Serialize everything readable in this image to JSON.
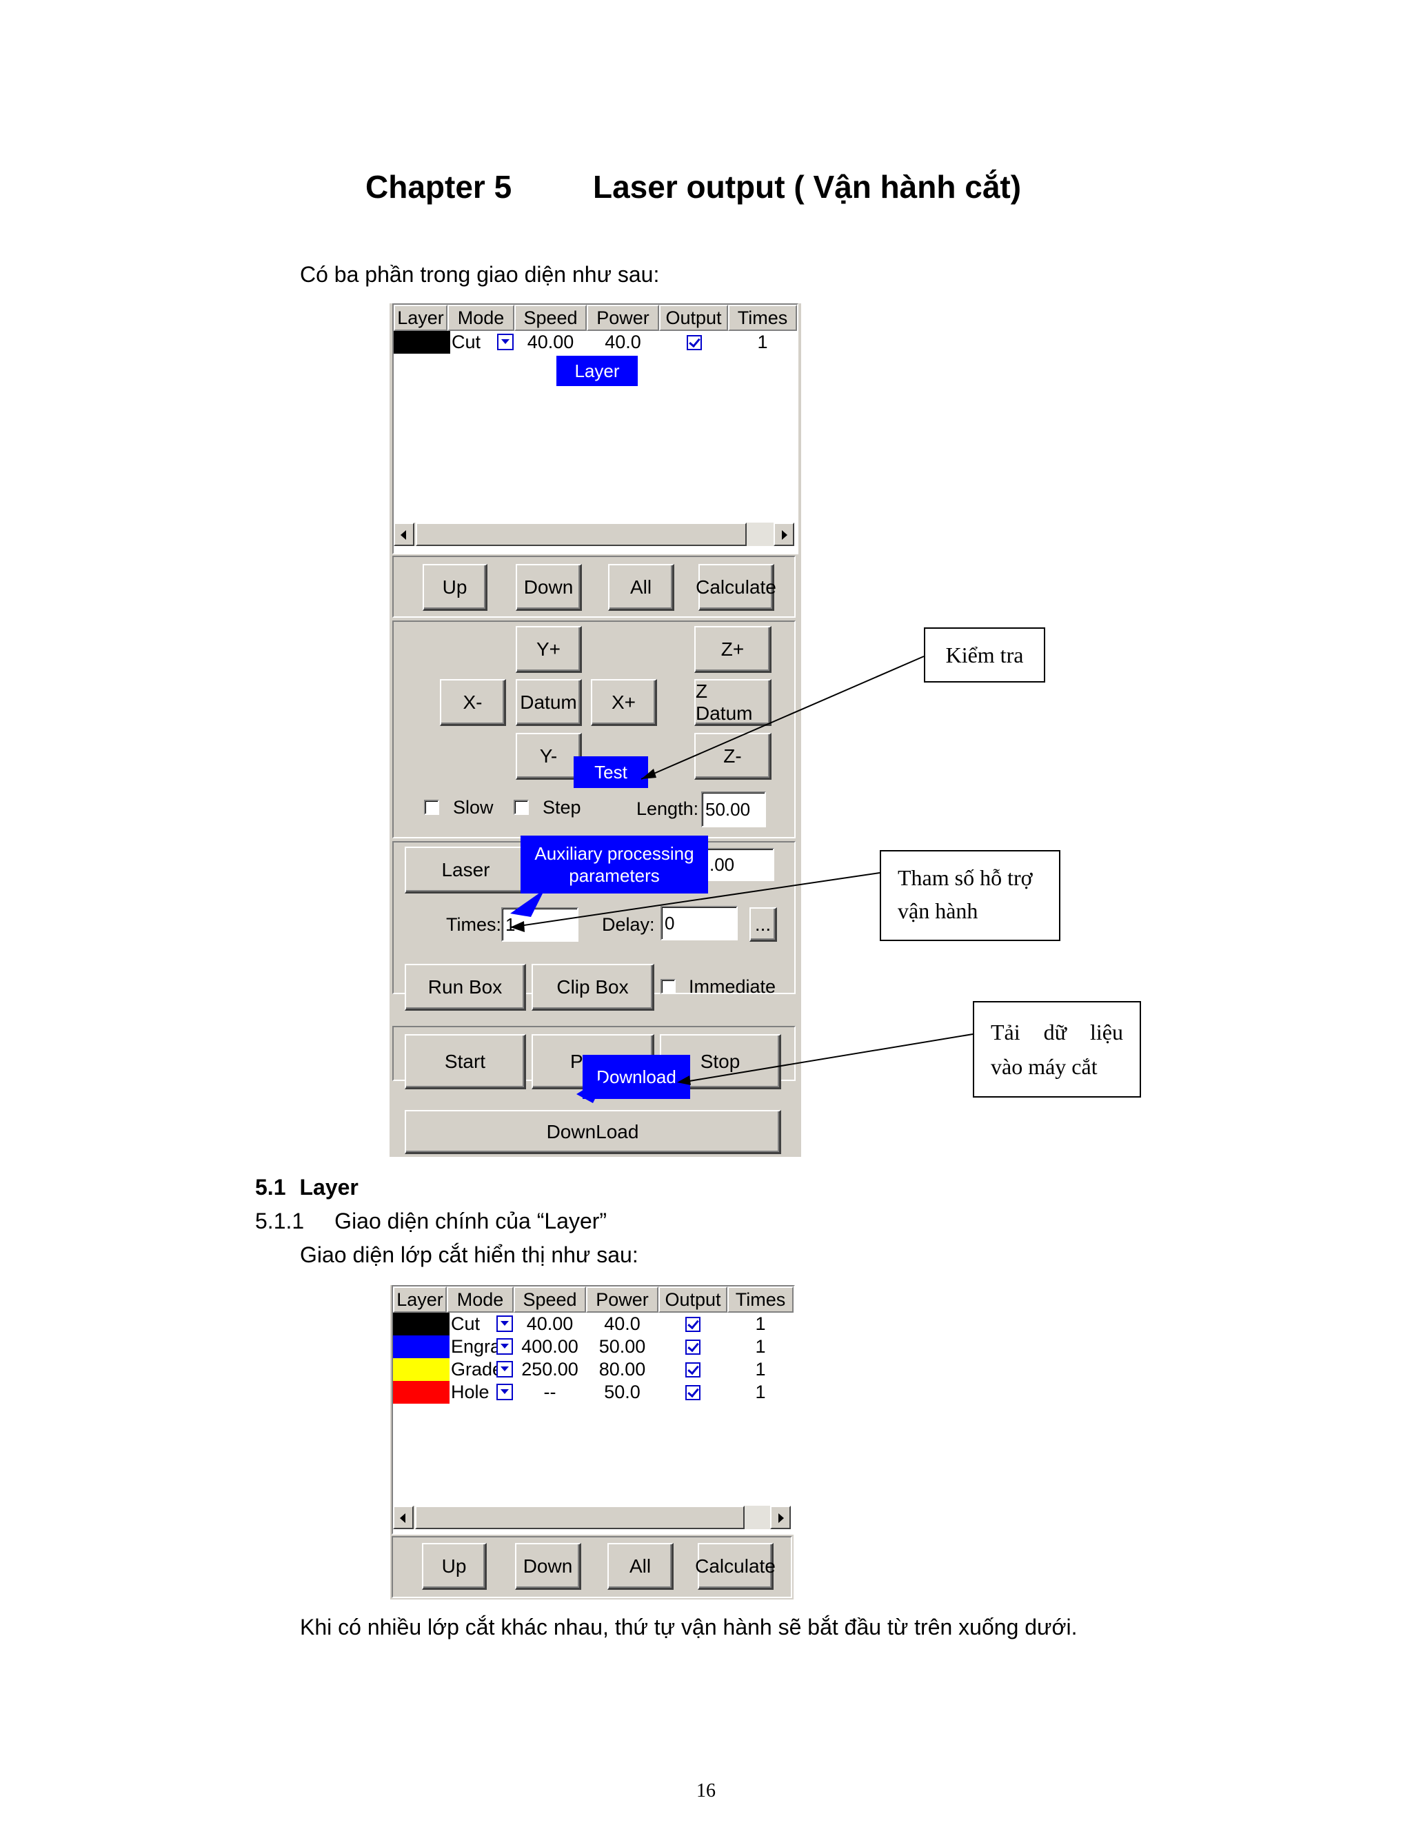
{
  "title": {
    "chapter": "Chapter 5",
    "text": "Laser output ( Vận hành cắt)"
  },
  "intro": "Có ba phần trong giao diện như sau:",
  "panel1": {
    "headers": [
      "Layer",
      "Mode",
      "Speed",
      "Power",
      "Output",
      "Times"
    ],
    "row": {
      "color": "#000000",
      "mode": "Cut",
      "speed": "40.00",
      "power": "40.0",
      "times": "1"
    },
    "tips": {
      "layer": "Layer",
      "test": "Test",
      "aux": "Auxiliary processing parameters",
      "download": "Download"
    },
    "buttons": {
      "up": "Up",
      "down": "Down",
      "all": "All",
      "calculate": "Calculate",
      "y_plus": "Y+",
      "z_plus": "Z+",
      "x_minus": "X-",
      "datum": "Datum",
      "x_plus": "X+",
      "z_datum": "Z Datum",
      "y_minus": "Y-",
      "z_minus": "Z-",
      "laser": "Laser",
      "run_box": "Run Box",
      "clip_box": "Clip Box",
      "start": "Start",
      "pause": "P",
      "stop": "Stop",
      "download": "DownLoad",
      "ellipsis": "..."
    },
    "labels": {
      "slow": "Slow",
      "step": "Step",
      "length": "Length:",
      "times": "Times:",
      "delay": "Delay:",
      "immediate": "Immediate"
    },
    "values": {
      "length": "50.00",
      "laser": ".00",
      "times": "1",
      "delay": "0"
    }
  },
  "callouts": {
    "kiem_tra": "Kiểm tra",
    "tham_so": "Tham số hỗ trợ vận hành",
    "tai_du_lieu": "Tải dữ liệu vào máy cắt"
  },
  "section": {
    "num": "5.1",
    "title": "Layer",
    "sub_num": "5.1.1",
    "sub_title": "Giao diện chính của “Layer”",
    "desc": "Giao diện lớp cắt hiển thị như sau:"
  },
  "panel2": {
    "headers": [
      "Layer",
      "Mode",
      "Speed",
      "Power",
      "Output",
      "Times"
    ],
    "rows": [
      {
        "color": "#000000",
        "mode": "Cut",
        "speed": "40.00",
        "power": "40.0",
        "times": "1"
      },
      {
        "color": "#0000ff",
        "mode": "Engra",
        "speed": "400.00",
        "power": "50.00",
        "times": "1"
      },
      {
        "color": "#ffff00",
        "mode": "Grade",
        "speed": "250.00",
        "power": "80.00",
        "times": "1"
      },
      {
        "color": "#ff0000",
        "mode": "Hole",
        "speed": "--",
        "power": "50.0",
        "times": "1"
      }
    ],
    "buttons": {
      "up": "Up",
      "down": "Down",
      "all": "All",
      "calculate": "Calculate"
    }
  },
  "closing": "Khi có nhiều lớp cắt khác nhau, thứ tự vận hành sẽ bắt đầu từ trên xuống dưới.",
  "page_number": "16"
}
